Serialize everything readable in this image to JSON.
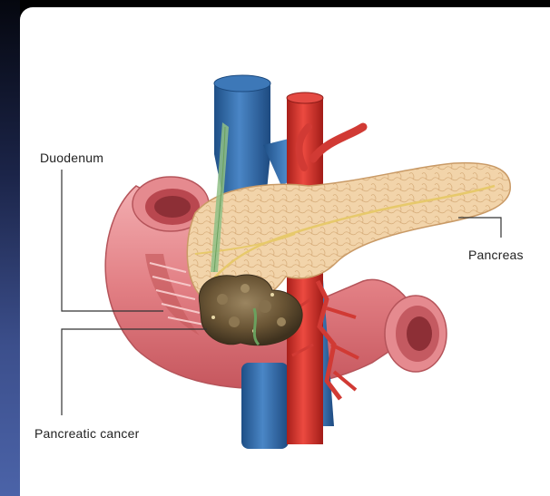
{
  "labels": {
    "duodenum": "Duodenum",
    "pancreas": "Pancreas",
    "pancreatic_cancer": "Pancreatic cancer"
  },
  "colors": {
    "vein": "#2f6aa8",
    "artery": "#d8322c",
    "pancreas": "#f0d2a8",
    "duodenum": "#e7898d",
    "tumor": "#6f5a3b",
    "leader_line": "#333333"
  }
}
